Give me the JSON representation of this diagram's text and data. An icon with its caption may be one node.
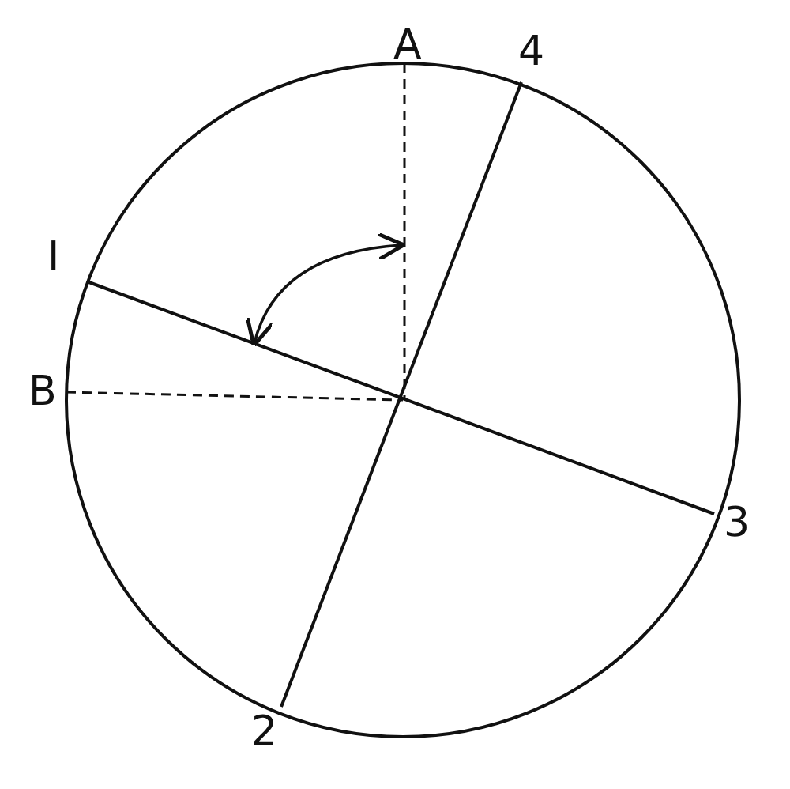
{
  "diagram": {
    "labels": [
      "A",
      "4",
      "I",
      "B",
      "3",
      "2"
    ]
  }
}
